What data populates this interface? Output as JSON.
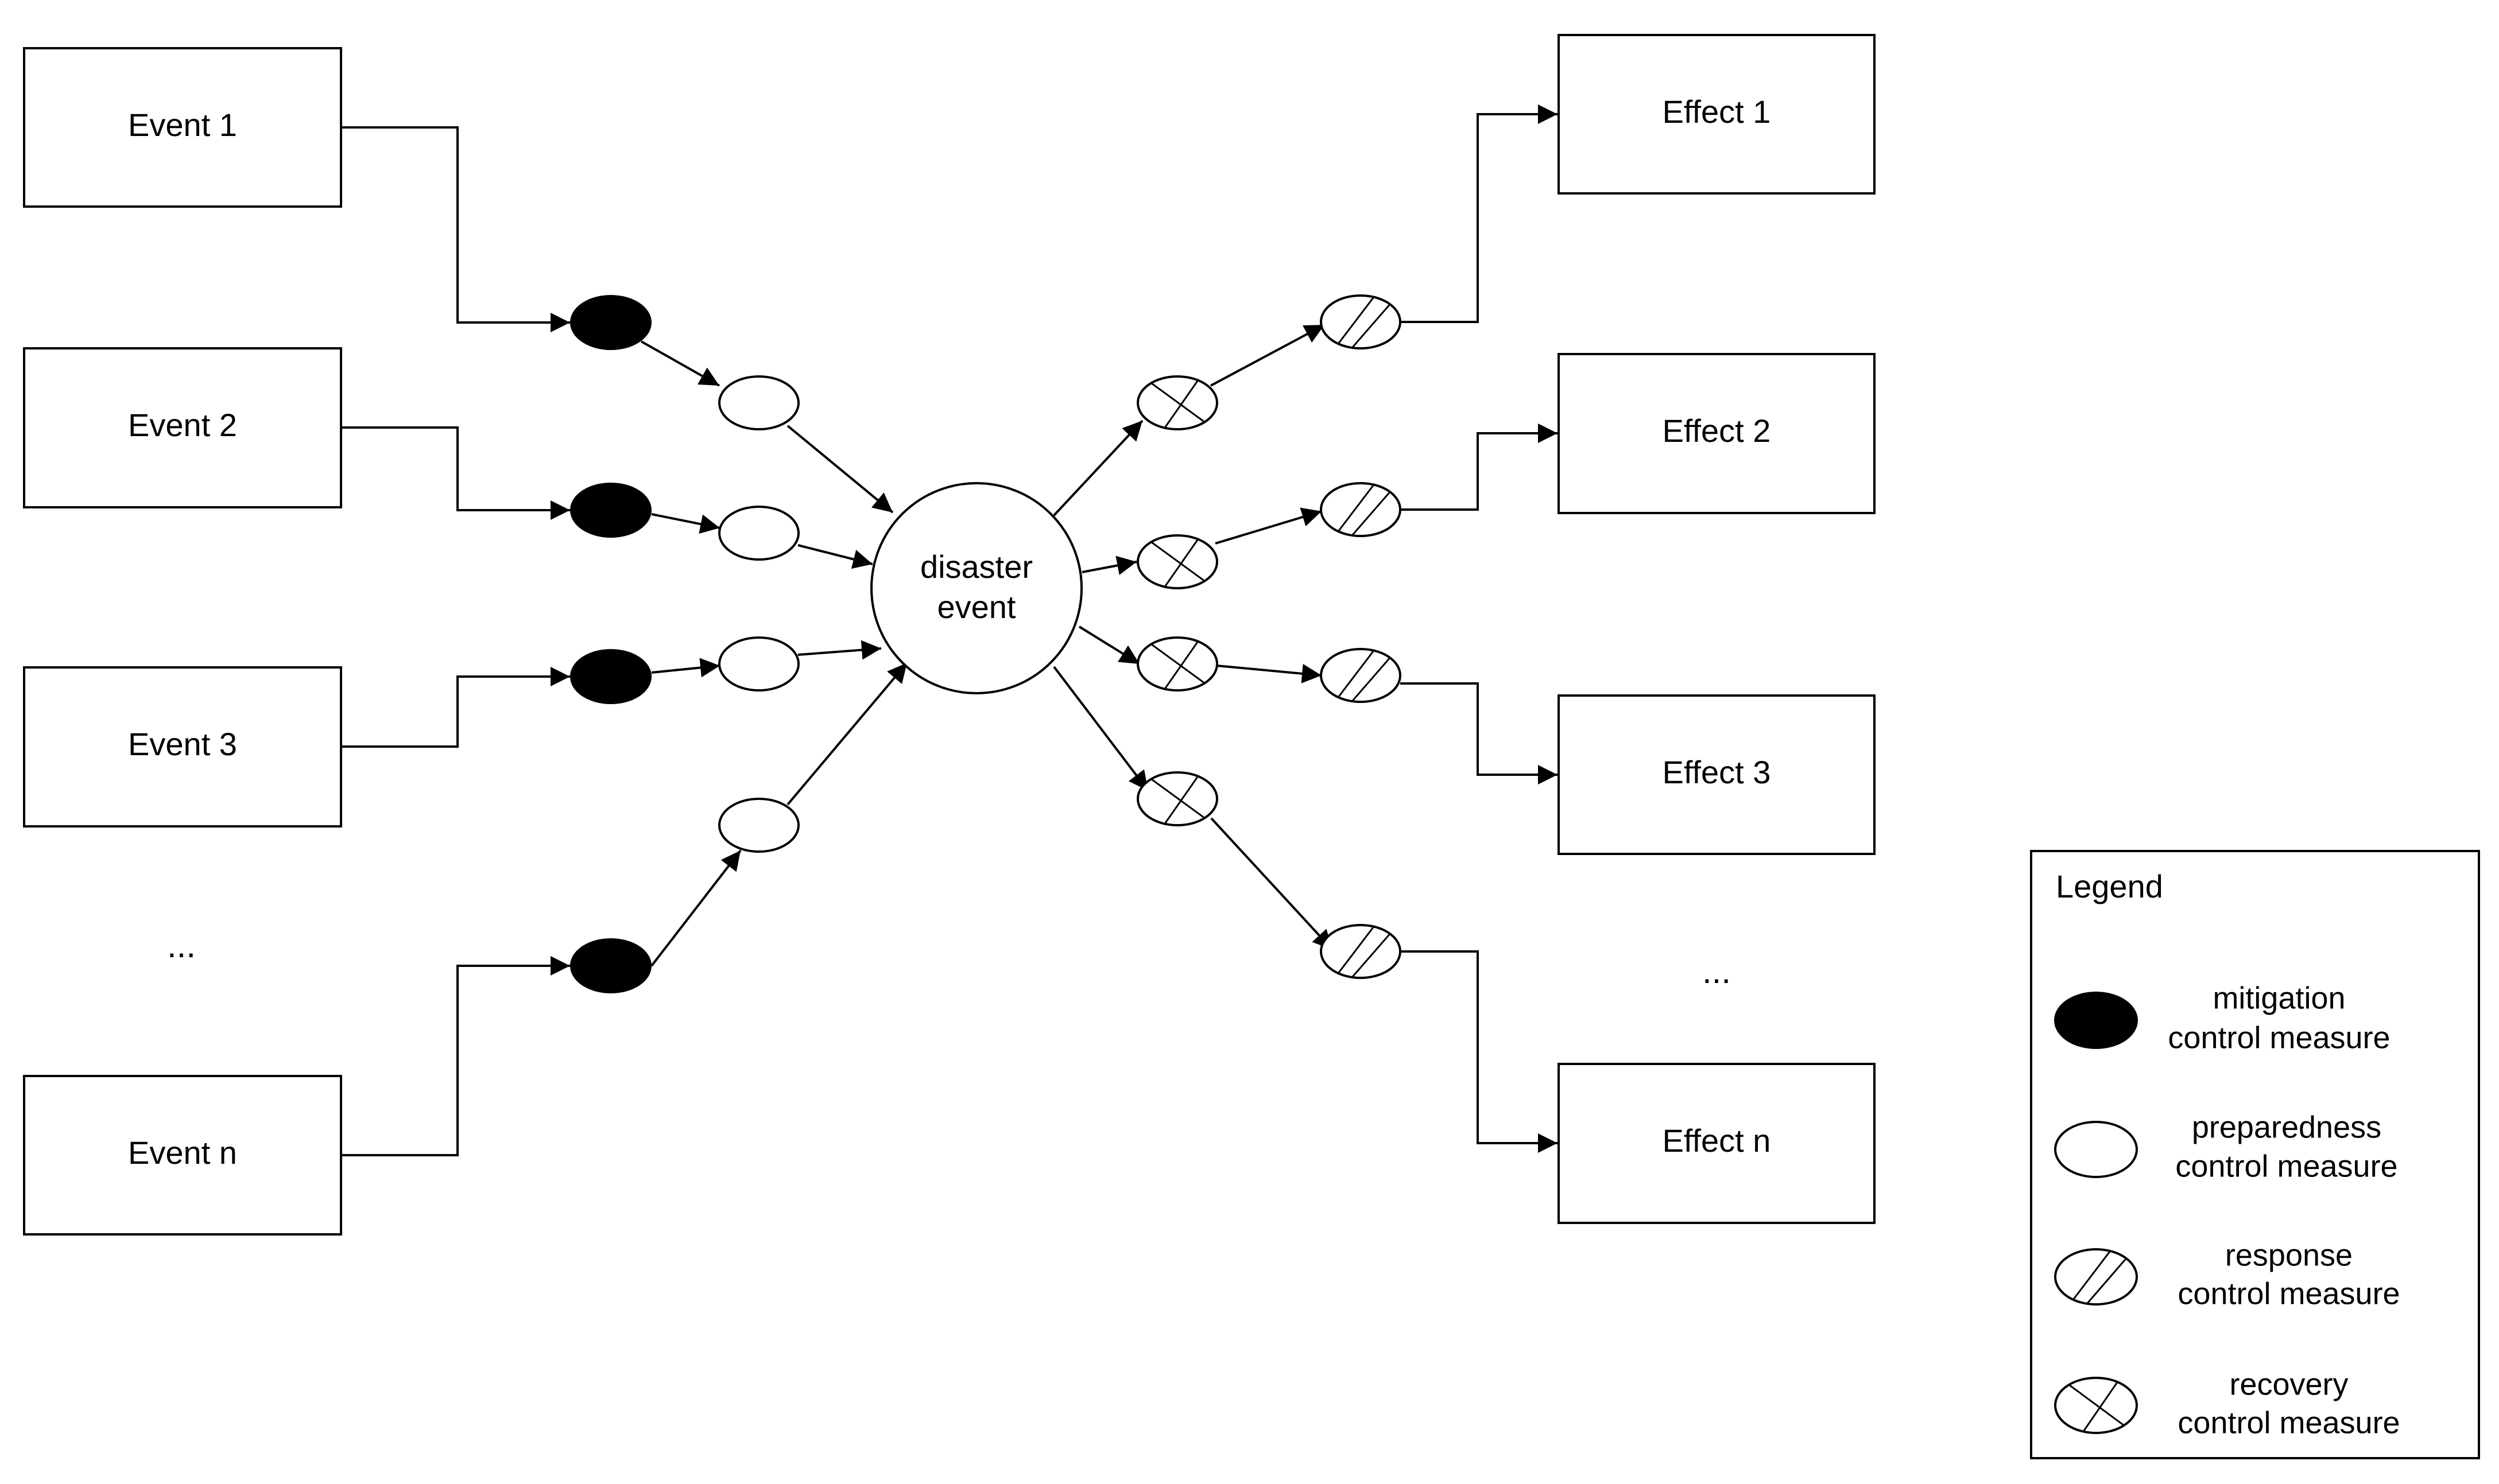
{
  "diagram": {
    "events": [
      "Event 1",
      "Event 2",
      "Event 3",
      "Event n"
    ],
    "events_ellipsis": "...",
    "hub_line1": "disaster",
    "hub_line2": "event",
    "effects": [
      "Effect 1",
      "Effect 2",
      "Effect 3",
      "Effect n"
    ],
    "effects_ellipsis": "...",
    "legend": {
      "title": "Legend",
      "items": [
        {
          "line1": "mitigation",
          "line2": "control measure",
          "icon": "filled-black-ellipse-icon"
        },
        {
          "line1": "preparedness",
          "line2": "control measure",
          "icon": "empty-white-ellipse-icon"
        },
        {
          "line1": "response",
          "line2": "control measure",
          "icon": "single-hatch-ellipse-icon"
        },
        {
          "line1": "recovery",
          "line2": "control measure",
          "icon": "cross-hatch-ellipse-icon"
        }
      ]
    }
  },
  "colors": {
    "stroke": "#000000",
    "background": "#ffffff",
    "mitigation_fill": "#000000"
  }
}
